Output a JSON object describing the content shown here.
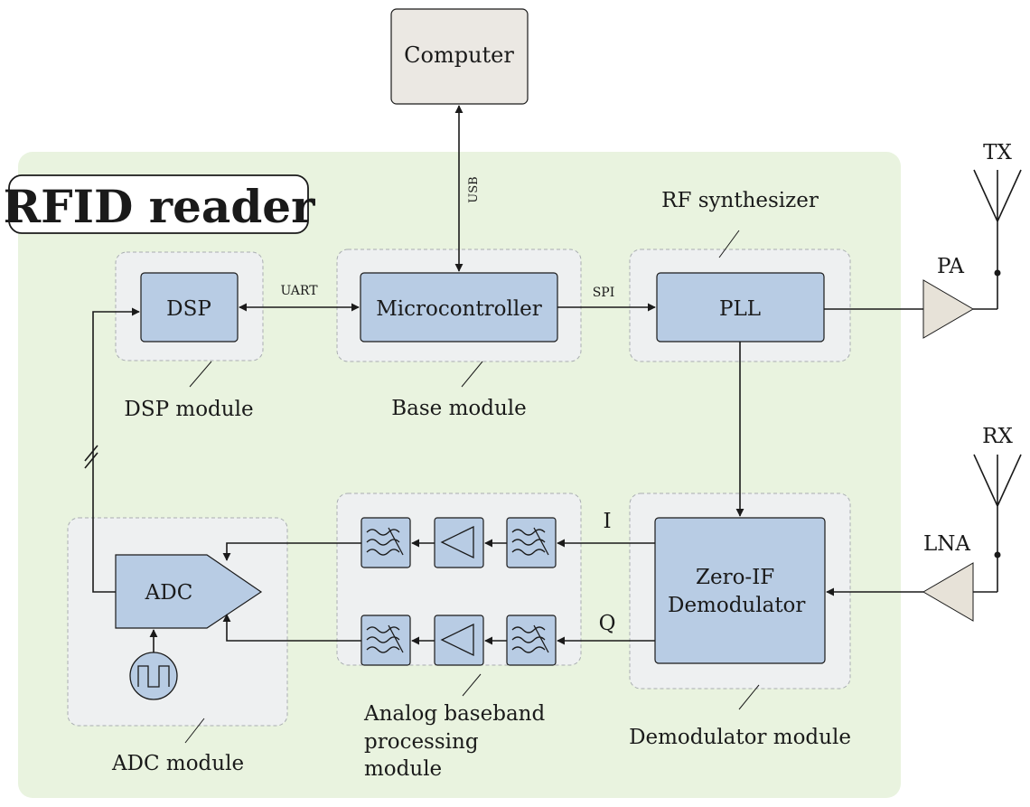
{
  "title": "RFID reader",
  "colors": {
    "reader_background": "#e9f3df",
    "block_fill": "#b8cce4",
    "module_fill": "#eef0f1",
    "computer_fill": "#ebe8e3",
    "amplifier_fill": "#e7e2d8"
  },
  "blocks": {
    "computer": "Computer",
    "dsp": "DSP",
    "microcontroller": "Microcontroller",
    "pll": "PLL",
    "adc": "ADC",
    "demodulator_line1": "Zero-IF",
    "demodulator_line2": "Demodulator"
  },
  "modules": {
    "rf_synthesizer": "RF synthesizer",
    "dsp_module": "DSP module",
    "base_module": "Base module",
    "adc_module": "ADC module",
    "analog_line1": "Analog baseband",
    "analog_line2": "processing",
    "analog_line3": "module",
    "demodulator_module": "Demodulator module"
  },
  "signals": {
    "usb": "USB",
    "uart": "UART",
    "spi": "SPI",
    "i": "I",
    "q": "Q"
  },
  "antennas": {
    "tx": "TX",
    "rx": "RX",
    "pa": "PA",
    "lna": "LNA"
  }
}
